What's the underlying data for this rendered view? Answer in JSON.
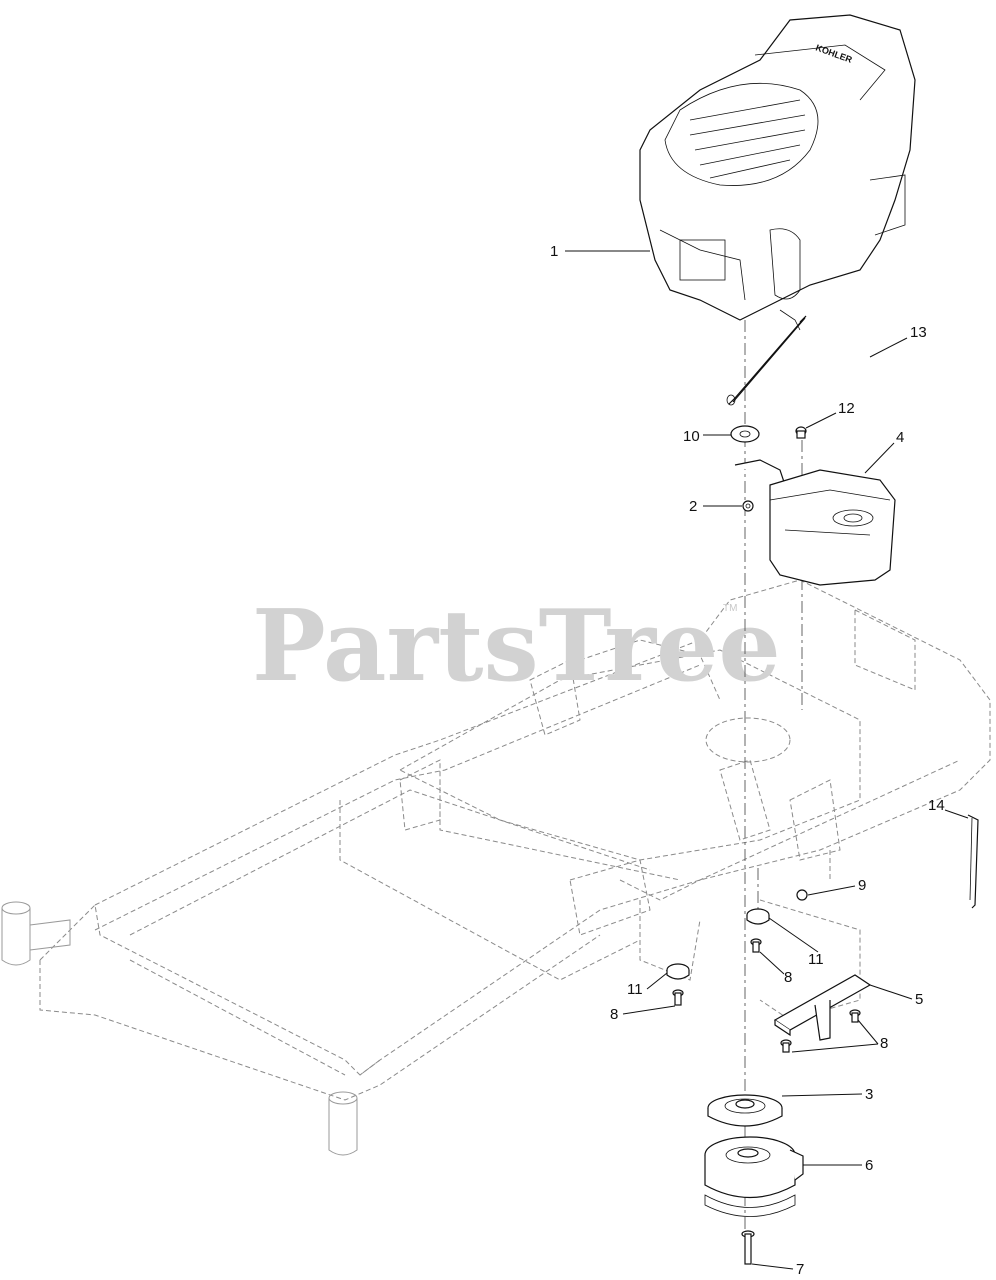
{
  "watermark": {
    "text": "PartsTree",
    "trademark": "TM"
  },
  "engine_brand": "KOHLER",
  "callouts": [
    {
      "id": "c1",
      "label": "1"
    },
    {
      "id": "c13",
      "label": "13"
    },
    {
      "id": "c12",
      "label": "12"
    },
    {
      "id": "c10",
      "label": "10"
    },
    {
      "id": "c4",
      "label": "4"
    },
    {
      "id": "c2",
      "label": "2"
    },
    {
      "id": "c14",
      "label": "14"
    },
    {
      "id": "c9",
      "label": "9"
    },
    {
      "id": "c11a",
      "label": "11"
    },
    {
      "id": "c8a",
      "label": "8"
    },
    {
      "id": "c5",
      "label": "5"
    },
    {
      "id": "c11b",
      "label": "11"
    },
    {
      "id": "c8b",
      "label": "8"
    },
    {
      "id": "c8c",
      "label": "8"
    },
    {
      "id": "c3",
      "label": "3"
    },
    {
      "id": "c6",
      "label": "6"
    },
    {
      "id": "c7",
      "label": "7"
    }
  ]
}
